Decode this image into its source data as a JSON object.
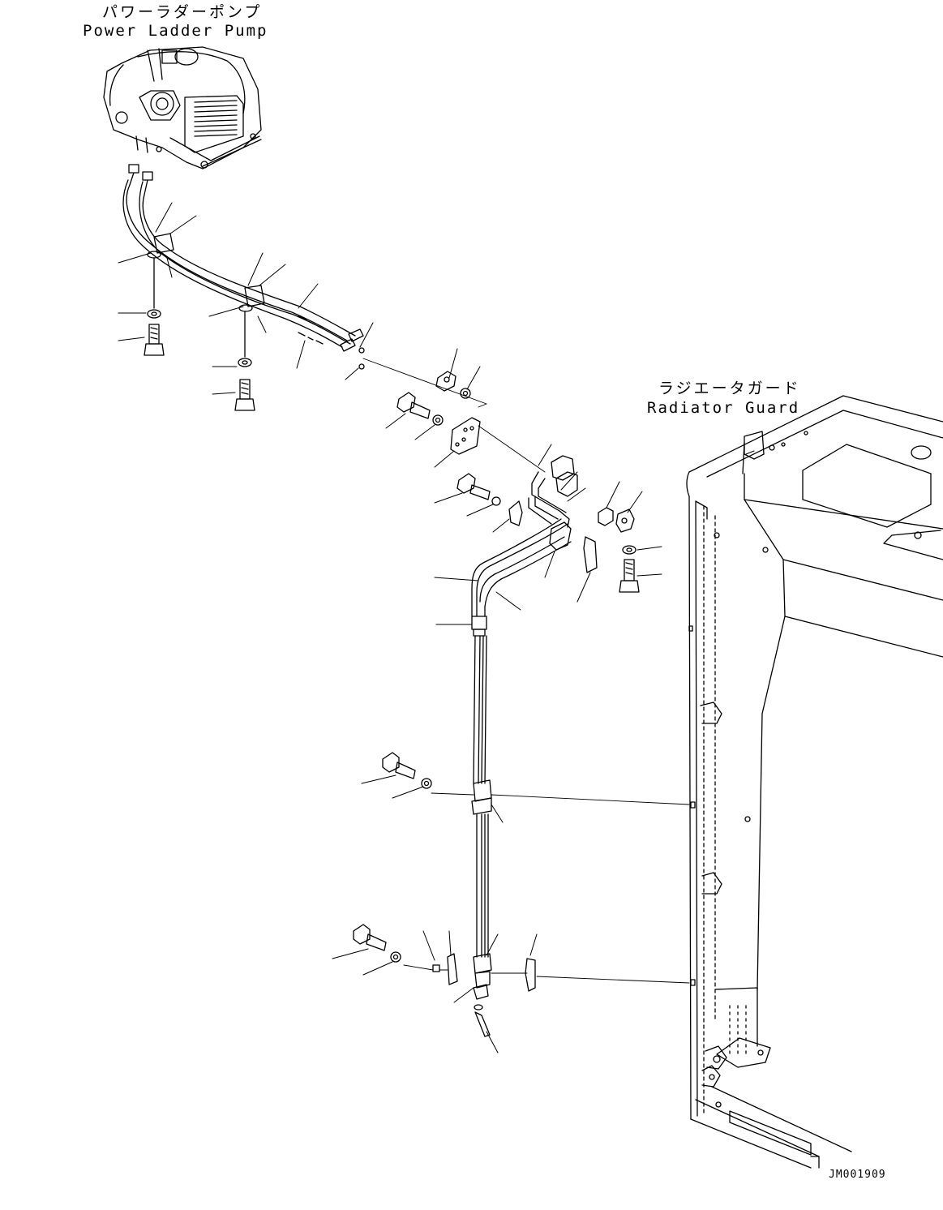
{
  "labels": {
    "pump_jp": "パワーラダーポンプ",
    "pump_en": "Power Ladder Pump",
    "guard_jp": "ラジエータガード",
    "guard_en": "Radiator Guard"
  },
  "drawing_code": "JM001909"
}
